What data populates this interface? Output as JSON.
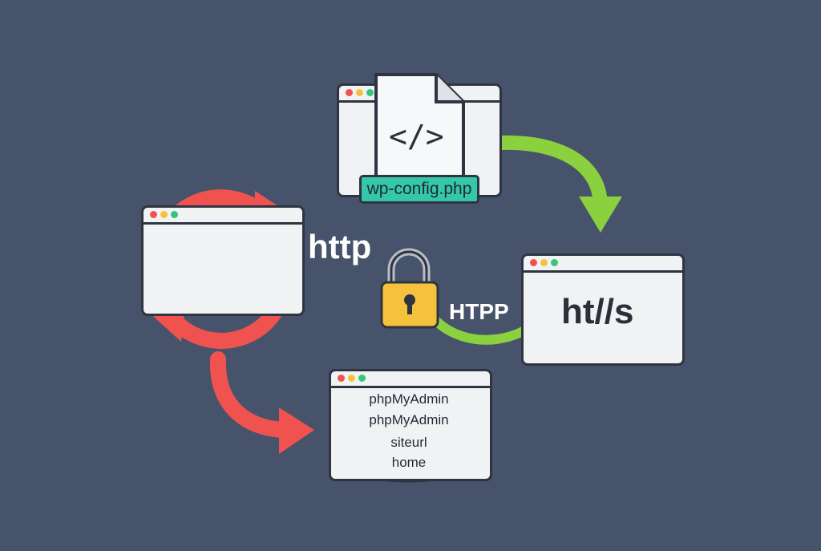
{
  "diagram": {
    "file_label": "wp-config.php",
    "code_symbol": "</>",
    "http_label": "http",
    "htpp_label": "HTPP",
    "https_label": "ht//s",
    "db_rows": [
      "phpMyAdmin",
      "phpMyAdmin",
      "siteurl",
      "home"
    ]
  },
  "colors": {
    "background": "#46536b",
    "window_fill": "#f1f2f4",
    "outline": "#2f3442",
    "red_arrow": "#f0524f",
    "green_arrow": "#8bd13f",
    "teal_label": "#34c7a8",
    "db_green": "#20a866",
    "lock_gold": "#f5c33b"
  },
  "icons": [
    "code-file-icon",
    "lock-icon",
    "sync-arrows-icon",
    "database-icon",
    "checkmark-icon"
  ]
}
